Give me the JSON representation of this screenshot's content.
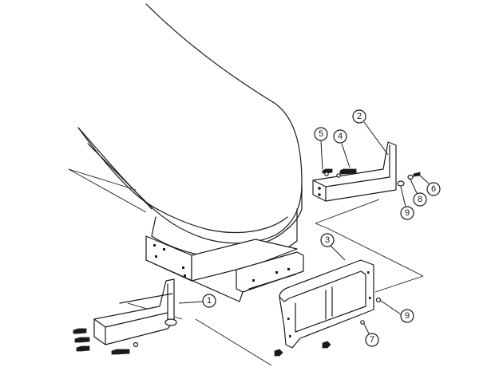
{
  "callouts": [
    {
      "id": "c1",
      "label": "1"
    },
    {
      "id": "c2",
      "label": "2"
    },
    {
      "id": "c3",
      "label": "3"
    },
    {
      "id": "c4",
      "label": "4"
    },
    {
      "id": "c5",
      "label": "5"
    },
    {
      "id": "c6",
      "label": "6"
    },
    {
      "id": "c7",
      "label": "7"
    },
    {
      "id": "c8",
      "label": "8"
    },
    {
      "id": "c9a",
      "label": "9"
    },
    {
      "id": "c9b",
      "label": "9"
    }
  ]
}
